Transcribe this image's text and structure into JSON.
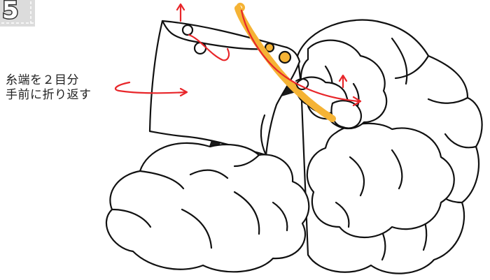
{
  "step": {
    "number": "5",
    "badge_color": "#dcdcdc"
  },
  "instruction": {
    "line1": "糸端を２目分",
    "line2": "手前に折り返す"
  },
  "colors": {
    "hook": "#f5b335",
    "arrow": "#e8262a",
    "cord": "#1a1a1a",
    "outline": "#111111"
  },
  "icons": [
    "crochet-hook-icon",
    "scrunchie-illustration",
    "red-arrow-icon"
  ]
}
